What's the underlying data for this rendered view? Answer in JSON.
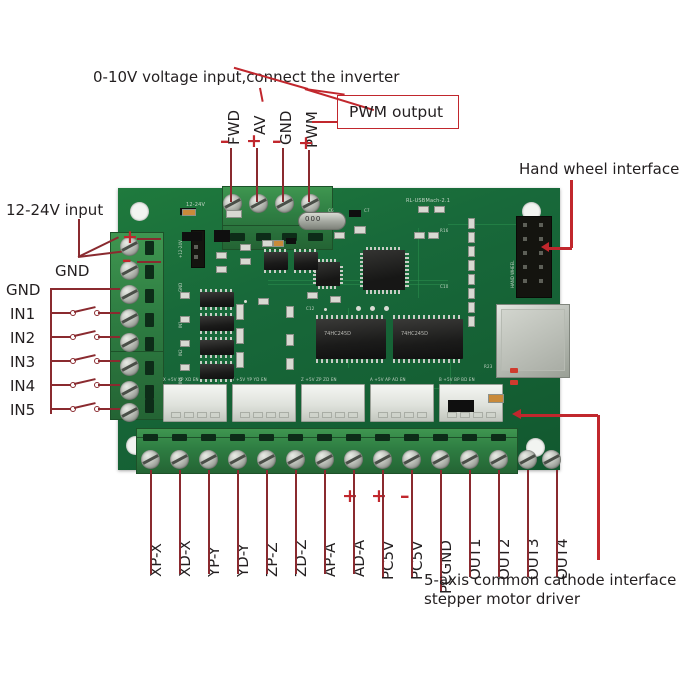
{
  "diagram": {
    "title_annotations": {
      "voltage_input": "0-10V voltage input,connect the inverter",
      "pwm_output": "PWM output",
      "hand_wheel": "Hand wheel interface",
      "power_input": "12-24V input",
      "gnd_bus": "GND",
      "bottom_note_line1": "5-axis common cathode interface",
      "bottom_note_line2": "stepper motor driver"
    },
    "top_terminals": [
      {
        "label": "FWD",
        "polarity": "–"
      },
      {
        "label": "AV",
        "polarity": "+"
      },
      {
        "label": "GND",
        "polarity": "–"
      },
      {
        "label": "PWM",
        "polarity": "+"
      }
    ],
    "left_terminals": [
      {
        "label": "+",
        "kind": "power"
      },
      {
        "label": "–",
        "kind": "power"
      },
      {
        "label": "GND",
        "kind": "gnd"
      },
      {
        "label": "IN1",
        "kind": "input"
      },
      {
        "label": "IN2",
        "kind": "input"
      },
      {
        "label": "IN3",
        "kind": "input"
      },
      {
        "label": "IN4",
        "kind": "input"
      },
      {
        "label": "IN5",
        "kind": "input"
      }
    ],
    "bottom_terminals": [
      {
        "label": "XP-X",
        "polarity": ""
      },
      {
        "label": "XD-X",
        "polarity": ""
      },
      {
        "label": "YP-Y",
        "polarity": ""
      },
      {
        "label": "YD-Y",
        "polarity": ""
      },
      {
        "label": "ZP-Z",
        "polarity": ""
      },
      {
        "label": "ZD-Z",
        "polarity": ""
      },
      {
        "label": "AP-A",
        "polarity": ""
      },
      {
        "label": "AD-A",
        "polarity": "+"
      },
      {
        "label": "PC5V",
        "polarity": ""
      },
      {
        "label": "PC5V",
        "polarity": "+"
      },
      {
        "label": "PCGND",
        "polarity": "–"
      },
      {
        "label": "OUT1",
        "polarity": ""
      },
      {
        "label": "OUT2",
        "polarity": ""
      },
      {
        "label": "OUT3",
        "polarity": ""
      },
      {
        "label": "OUT4",
        "polarity": ""
      }
    ],
    "board": {
      "silkscreen_version": "RL-USBMach-2.1",
      "silkscreen_power": "12-24V",
      "axis_connectors": [
        "X",
        "Y",
        "Z",
        "A",
        "B"
      ],
      "axis_pin_labels": [
        "+5V",
        "XP",
        "XD",
        "EN"
      ],
      "ic_marking": "74HC245D",
      "crystal_marking": "000",
      "color_pcb": "#1a6d39",
      "color_terminal_block": "#2e7d42",
      "color_annotation": "#c1272d",
      "color_text": "#231f20"
    }
  }
}
